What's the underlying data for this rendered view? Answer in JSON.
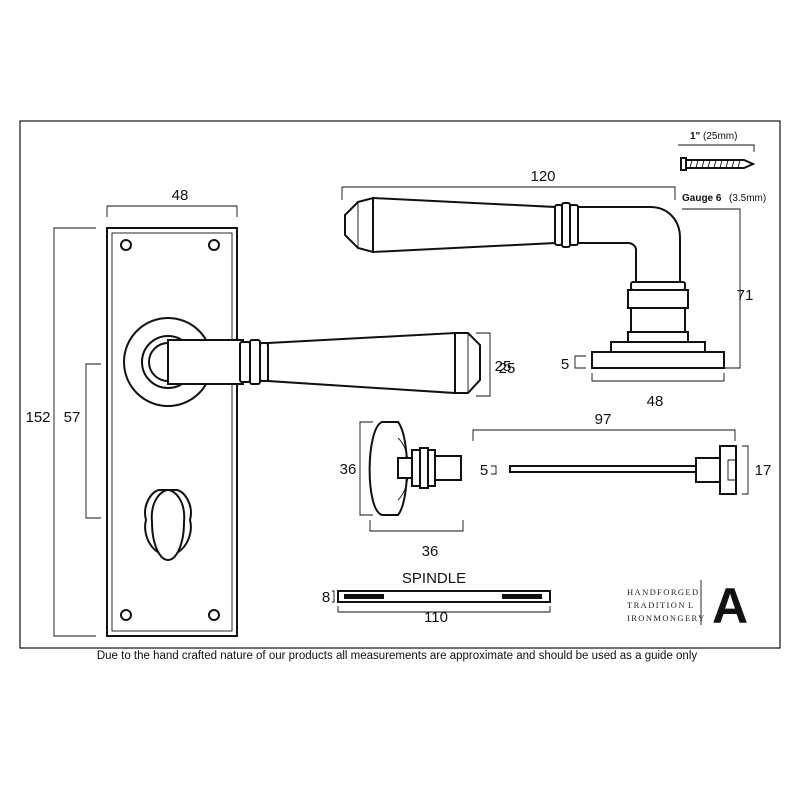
{
  "dimensions": {
    "backplate_width": "48",
    "backplate_height": "152",
    "centres": "57",
    "lever_projection_top": "25",
    "lever_projection_bottom": "25",
    "lever_length": "120",
    "lever_height": "71",
    "rose_thickness": "5",
    "rose_width": "48",
    "turn_height": "36",
    "turn_width": "36",
    "release_length": "97",
    "release_thickness": "5",
    "release_height": "17",
    "spindle_label": "SPINDLE",
    "spindle_size": "8",
    "spindle_length": "110"
  },
  "screw": {
    "length": "1\"",
    "length_mm": "(25mm)",
    "gauge": "Gauge 6",
    "gauge_mm": "(3.5mm)"
  },
  "brand": {
    "line1": "HANDFORGED",
    "line2": "TRADITION",
    "line2_suffix": "L",
    "line3": "IRONMONGERY",
    "logo_letter": "A"
  },
  "footnote": "Due to the hand crafted nature of our products all measurements are approximate and should be used as a guide only",
  "colors": {
    "line": "#111111",
    "background": "#ffffff"
  }
}
